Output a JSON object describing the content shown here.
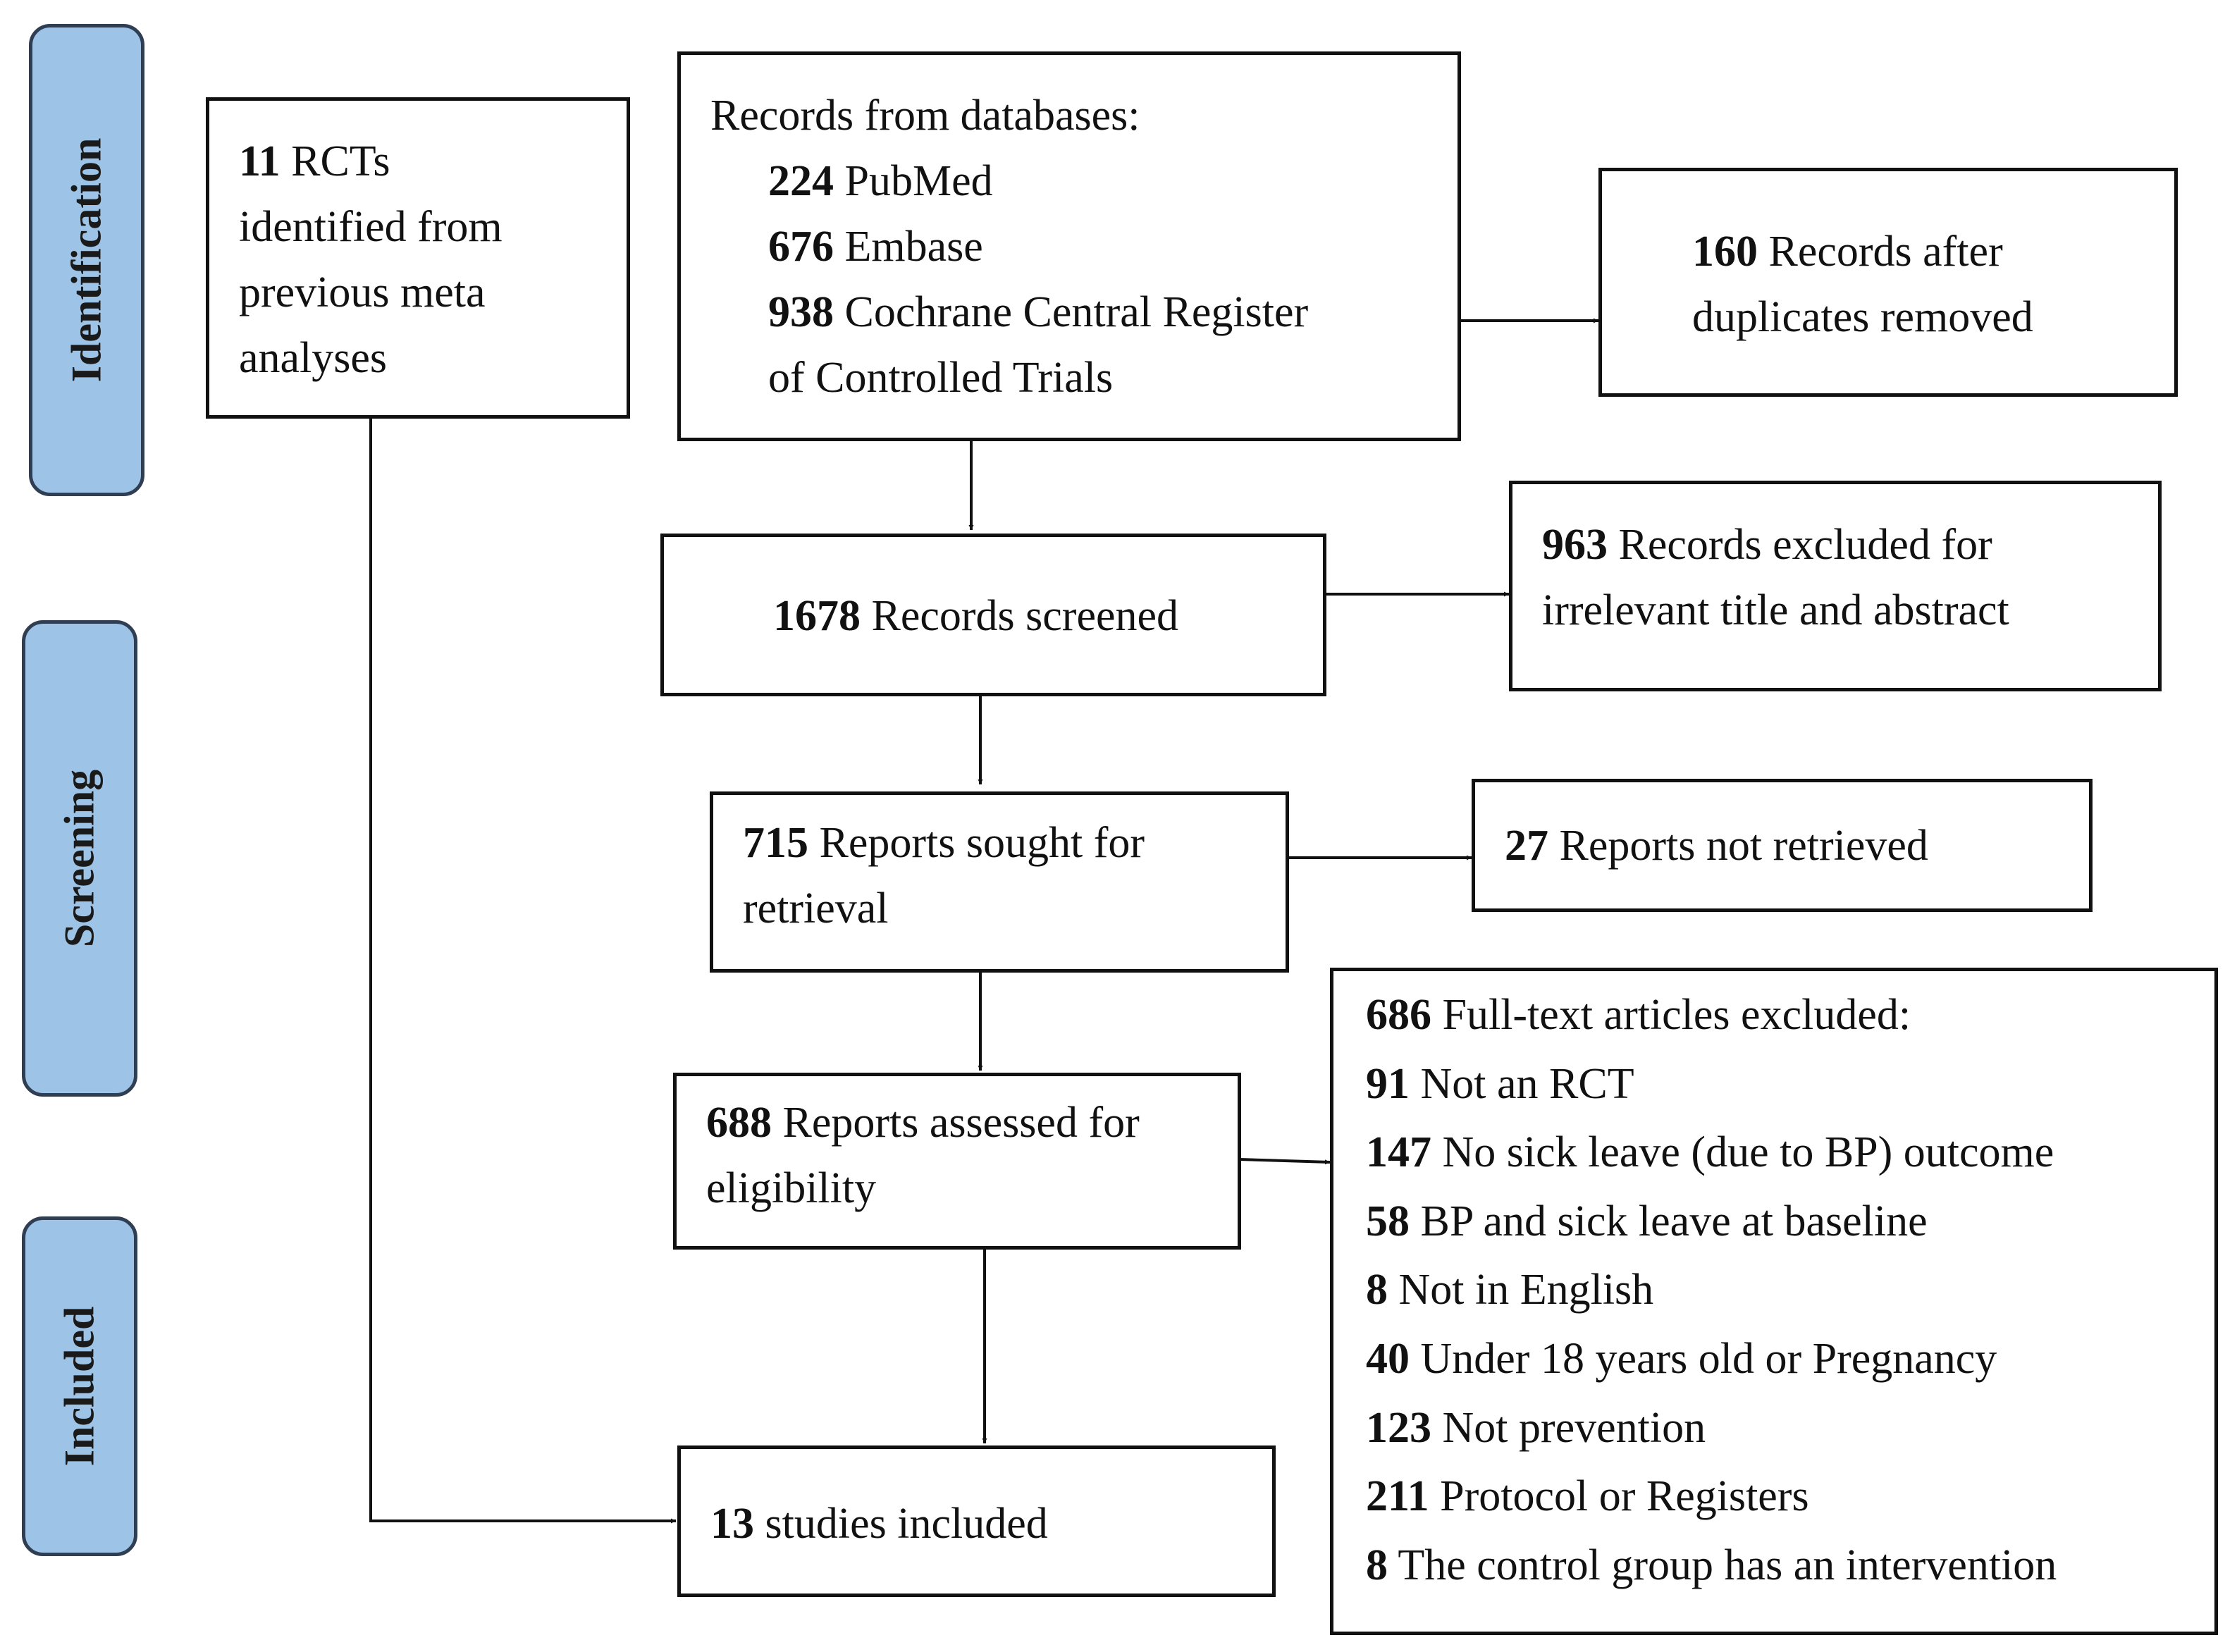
{
  "stages": [
    {
      "key": "identification",
      "label": "Identification"
    },
    {
      "key": "screening",
      "label": "Screening"
    },
    {
      "key": "included",
      "label": "Included"
    }
  ],
  "previous": {
    "count": "11",
    "lines": [
      "RCTs",
      "identified from",
      "previous meta",
      "analyses"
    ]
  },
  "databases": {
    "heading": "Records from databases:",
    "items": [
      {
        "count": "224",
        "label": "PubMed"
      },
      {
        "count": "676",
        "label": "Embase"
      },
      {
        "count": "938",
        "label": "Cochrane Central Register"
      }
    ],
    "continuation": "of Controlled Trials"
  },
  "duplicates": {
    "count": "160",
    "lines": [
      "Records after",
      "duplicates removed"
    ]
  },
  "screened": {
    "count": "1678",
    "label": "Records screened"
  },
  "excluded_title": {
    "count": "963",
    "lines": [
      "Records excluded for",
      "irrelevant title and abstract"
    ]
  },
  "sought": {
    "count": "715",
    "lines": [
      "Reports sought for",
      "retrieval"
    ]
  },
  "not_retrieved": {
    "count": "27",
    "label": "Reports not retrieved"
  },
  "assessed": {
    "count": "688",
    "lines": [
      "Reports assessed for",
      "eligibility"
    ]
  },
  "fulltext_excluded": {
    "count": "686",
    "label": "Full-text articles excluded:",
    "reasons": [
      {
        "count": "91",
        "label": "Not an RCT"
      },
      {
        "count": "147",
        "label": "No sick leave (due to BP) outcome"
      },
      {
        "count": "58",
        "label": "BP and sick leave at baseline"
      },
      {
        "count": "8",
        "label": "Not in English"
      },
      {
        "count": "40",
        "label": "Under 18 years old or Pregnancy"
      },
      {
        "count": "123",
        "label": "Not prevention"
      },
      {
        "count": "211",
        "label": "Protocol or Registers"
      },
      {
        "count": "8",
        "label": "The control group has an intervention"
      }
    ]
  },
  "included": {
    "count": "13",
    "label": "studies included"
  }
}
